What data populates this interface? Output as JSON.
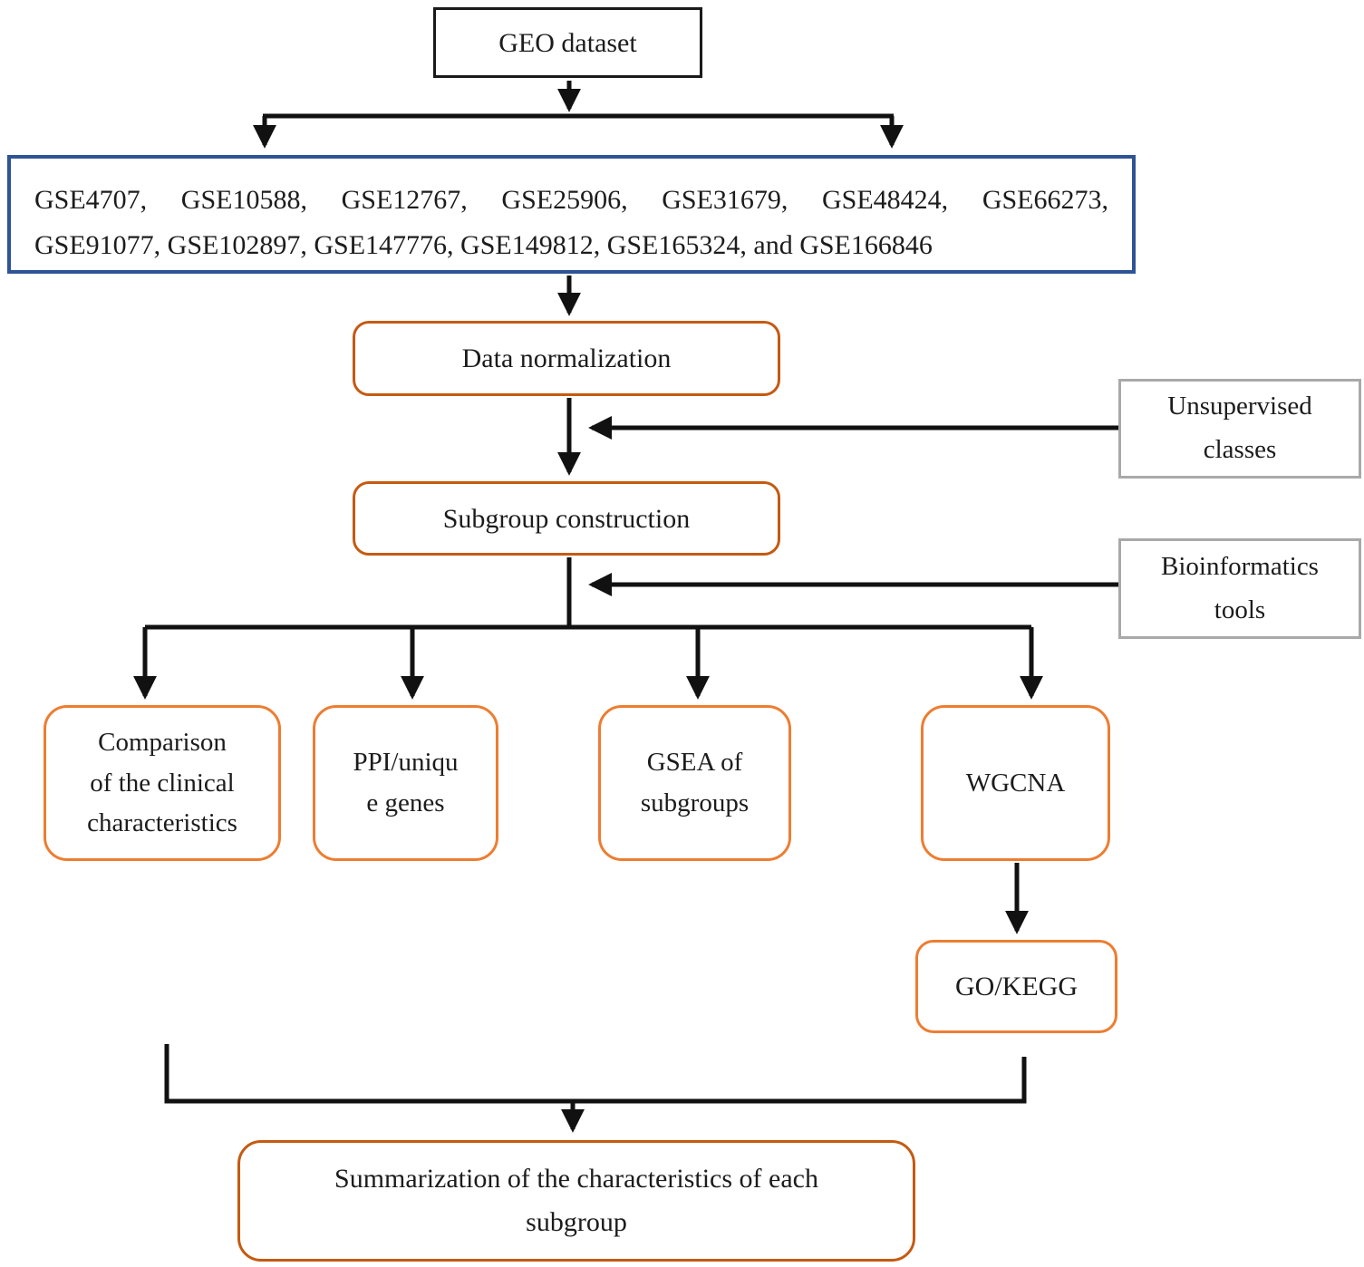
{
  "diagram": {
    "title": "GEO dataset analysis workflow flowchart",
    "nodes": {
      "geo_dataset": {
        "label": "GEO dataset"
      },
      "datasets": {
        "lines": [
          "GSE4707, GSE10588, GSE12767, GSE25906, GSE31679, GSE48424, GSE66273,",
          "GSE91077, GSE102897, GSE147776, GSE149812, GSE165324, and GSE166846"
        ]
      },
      "data_normalization": {
        "label": "Data normalization"
      },
      "unsupervised_classes": {
        "lines": [
          "Unsupervised",
          "classes"
        ]
      },
      "subgroup_construction": {
        "label": "Subgroup construction"
      },
      "bioinformatics_tools": {
        "lines": [
          "Bioinformatics",
          "tools"
        ]
      },
      "clinical_comparison": {
        "lines": [
          "Comparison",
          "of the clinical",
          "characteristics"
        ]
      },
      "ppi_unique_genes": {
        "lines": [
          "PPI/uniqu",
          "e genes"
        ]
      },
      "gsea_subgroups": {
        "lines": [
          "GSEA of",
          "subgroups"
        ]
      },
      "wgcna": {
        "label": "WGCNA"
      },
      "go_kegg": {
        "label": "GO/KEGG"
      },
      "summarization": {
        "lines": [
          "Summarization of the characteristics of each",
          "subgroup"
        ]
      }
    },
    "colors": {
      "flow_line": "#111111",
      "plain_border": "#1a1a1a",
      "dataset_border": "#2e5496",
      "process_border_dark": "#c55a11",
      "process_border_light": "#ed7d31",
      "annotation_border": "#a9a9a9",
      "text_color": "#1c1c1c"
    }
  }
}
